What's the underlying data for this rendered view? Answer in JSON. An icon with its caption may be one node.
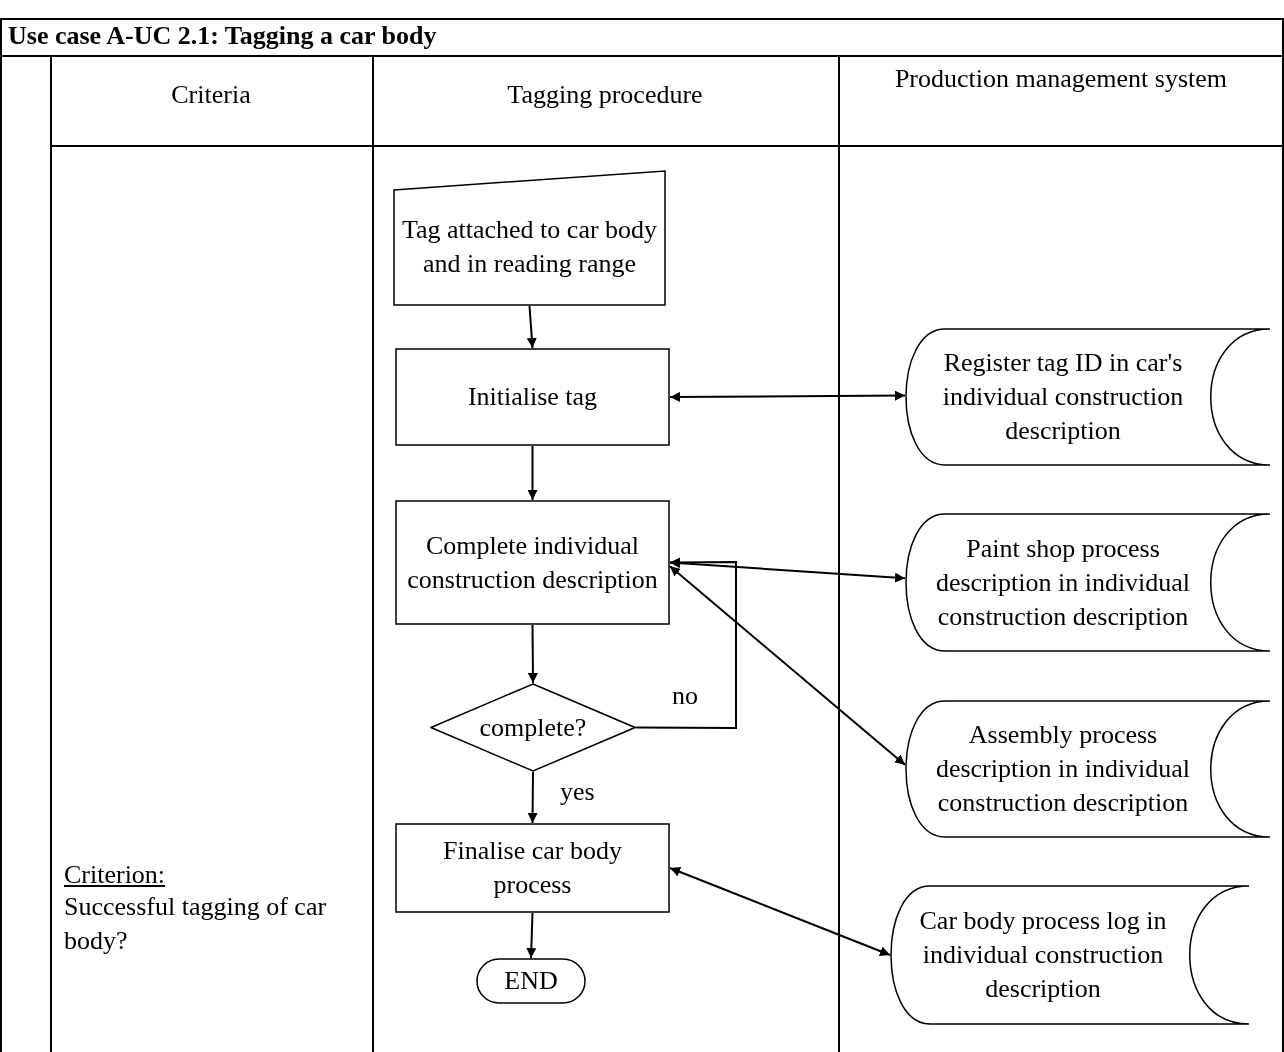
{
  "diagram": {
    "title": "Use case A-UC 2.1: Tagging a car body",
    "nodes": [
      {
        "text": [
          "Tag attached to car body and in reading range"
        ]
      },
      {
        "text": [
          "Initialise tag"
        ]
      },
      {
        "text": [
          "Complete individual construction description"
        ]
      },
      {
        "text": [
          "complete?"
        ]
      },
      {
        "text": [
          "Finalise car body process"
        ]
      },
      {
        "text": [
          "END"
        ]
      },
      {
        "text": [
          "Register tag ID in car's individual construction description"
        ]
      },
      {
        "text": [
          "Paint shop process description in individual construction description"
        ]
      },
      {
        "text": [
          "Assembly process description in individual construction description"
        ]
      },
      {
        "text": [
          "Car body process log in individual construction description"
        ]
      }
    ],
    "edges": [
      {
        "from": 0,
        "to": 1,
        "arrow": "to"
      },
      {
        "from": 1,
        "to": 2,
        "arrow": "to"
      },
      {
        "from": 2,
        "to": 3,
        "arrow": "to"
      },
      {
        "from": 3,
        "to": 4,
        "arrow": "to",
        "label": "yes"
      },
      {
        "from": 4,
        "to": 5,
        "arrow": "to"
      },
      {
        "from": 3,
        "to": 2,
        "arrow": "to",
        "label": "no"
      },
      {
        "from": 1,
        "to": 6,
        "arrow": "both"
      },
      {
        "from": 2,
        "to": 7,
        "arrow": "both"
      },
      {
        "from": 2,
        "to": 8,
        "arrow": "both"
      },
      {
        "from": 4,
        "to": 9,
        "arrow": "both"
      }
    ],
    "labels": [
      "Criteria",
      "Tagging procedure",
      "Production management system",
      "Criterion:",
      "Successful tagging of car body?"
    ]
  }
}
